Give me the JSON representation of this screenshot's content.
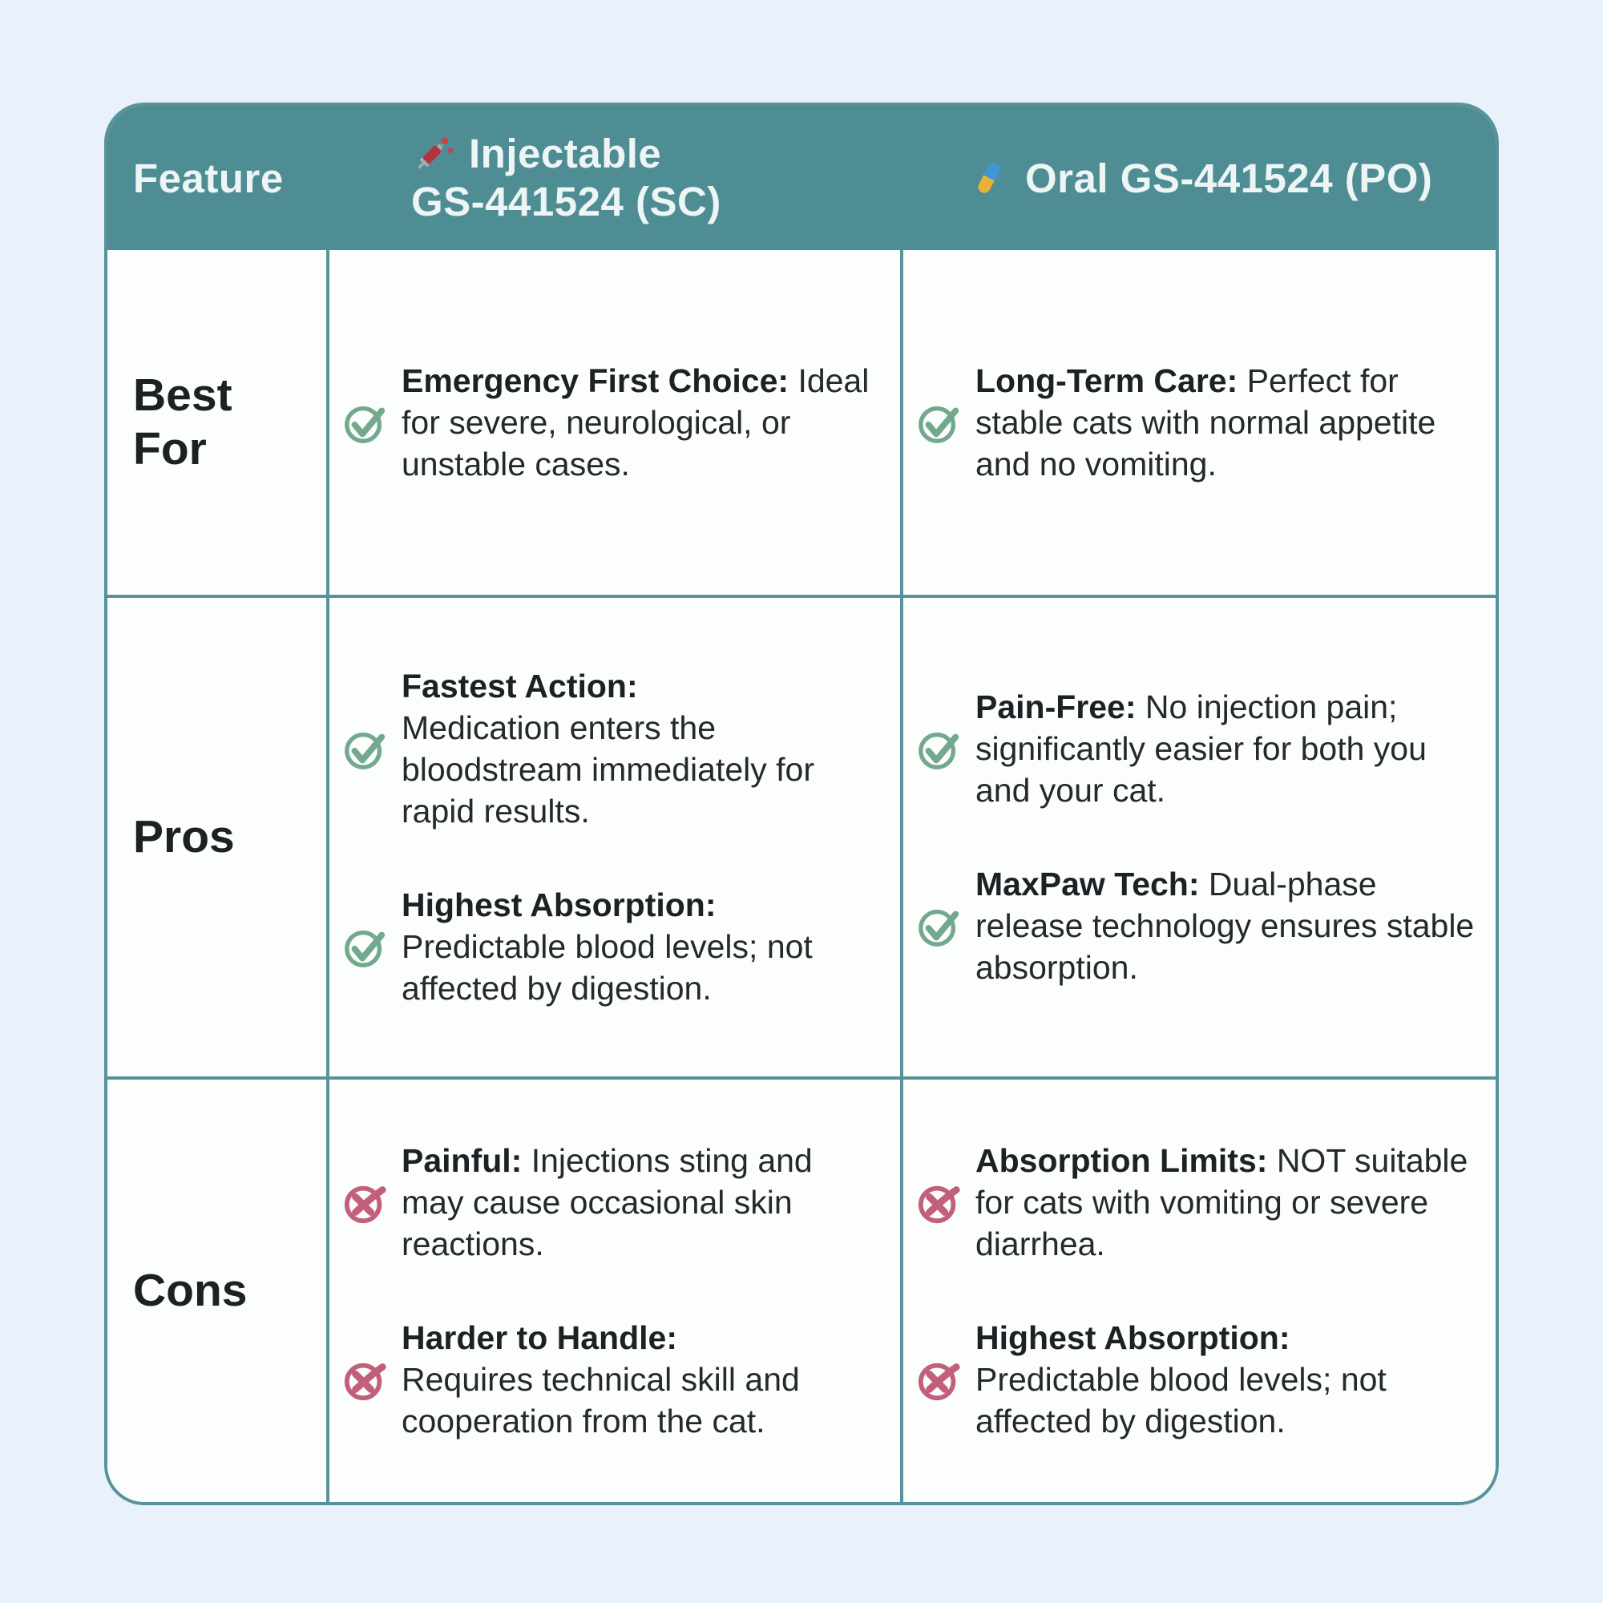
{
  "page_background": "#e9f1fb",
  "colors": {
    "header_bg": "#4f8d95",
    "header_text": "#edf5f5",
    "card_bg": "#fcfdfd",
    "grid_border": "#58939b",
    "body_text": "#25292c",
    "check_green": "#72a98c",
    "cross_rose": "#c2607a",
    "pill_blue": "#3f97d6",
    "pill_yellow": "#e7b23a",
    "syringe_red": "#b5323f"
  },
  "icons": {
    "injectable_header": "syringe-icon",
    "oral_header": "pill-icon",
    "pro": "check-circle-icon",
    "con": "x-circle-icon"
  },
  "header": {
    "feature": "Feature",
    "injectable_line1": "Injectable",
    "injectable_line2": "GS-441524 (SC)",
    "oral": "Oral GS-441524 (PO)"
  },
  "rows": [
    {
      "label": "Best For",
      "injectable": {
        "items": [
          {
            "lead": "Emergency First Choice:",
            "rest": "Ideal for severe, neurological, or unstable cases."
          }
        ]
      },
      "oral": {
        "items": [
          {
            "lead": "Long-Term Care:",
            "rest": "Perfect for stable cats with normal appetite and no vomiting."
          }
        ]
      }
    },
    {
      "label": "Pros",
      "injectable": {
        "items": [
          {
            "lead": "Fastest Action:",
            "rest": "Medication enters the bloodstream immediately for rapid results."
          },
          {
            "lead": "Highest Absorption:",
            "rest": "Predictable blood levels; not affected by digestion."
          }
        ]
      },
      "oral": {
        "items": [
          {
            "lead": "Pain-Free:",
            "rest": "No injection pain; significantly easier for both you and your cat."
          },
          {
            "lead": "MaxPaw Tech:",
            "rest": "Dual-phase release technology ensures stable absorption."
          }
        ]
      }
    },
    {
      "label": "Cons",
      "injectable": {
        "items": [
          {
            "lead": "Painful:",
            "rest": "Injections sting and may cause occasional skin reactions."
          },
          {
            "lead": "Harder to Handle:",
            "rest": "Requires technical skill and cooperation from the cat."
          }
        ]
      },
      "oral": {
        "items": [
          {
            "lead": "Absorption Limits:",
            "rest": "NOT suitable for cats with vomiting or severe diarrhea."
          },
          {
            "lead": "Highest Absorption:",
            "rest": "Predictable blood levels; not affected by digestion."
          }
        ]
      }
    }
  ],
  "chart_data": {
    "type": "table",
    "columns": [
      "Feature",
      "Injectable GS-441524 (SC)",
      "Oral GS-441524 (PO)"
    ],
    "rows": [
      [
        "Best For",
        "Emergency First Choice: Ideal for severe, neurological, or unstable cases.",
        "Long-Term Care: Perfect for stable cats with normal appetite and no vomiting."
      ],
      [
        "Pros",
        "Fastest Action: Medication enters the bloodstream immediately for rapid results. | Highest Absorption: Predictable blood levels; not affected by digestion.",
        "Pain-Free: No injection pain; significantly easier for both you and your cat. | MaxPaw Tech: Dual-phase release technology ensures stable absorption."
      ],
      [
        "Cons",
        "Painful: Injections sting and may cause occasional skin reactions. | Harder to Handle: Requires technical skill and cooperation from the cat.",
        "Absorption Limits: NOT suitable for cats with vomiting or severe diarrhea. | Highest Absorption: Predictable blood levels; not affected by digestion."
      ]
    ],
    "cell_markers": {
      "Best For": [
        "check",
        "check"
      ],
      "Pros": [
        "check,check",
        "check,check"
      ],
      "Cons": [
        "cross,cross",
        "cross,cross"
      ]
    }
  }
}
